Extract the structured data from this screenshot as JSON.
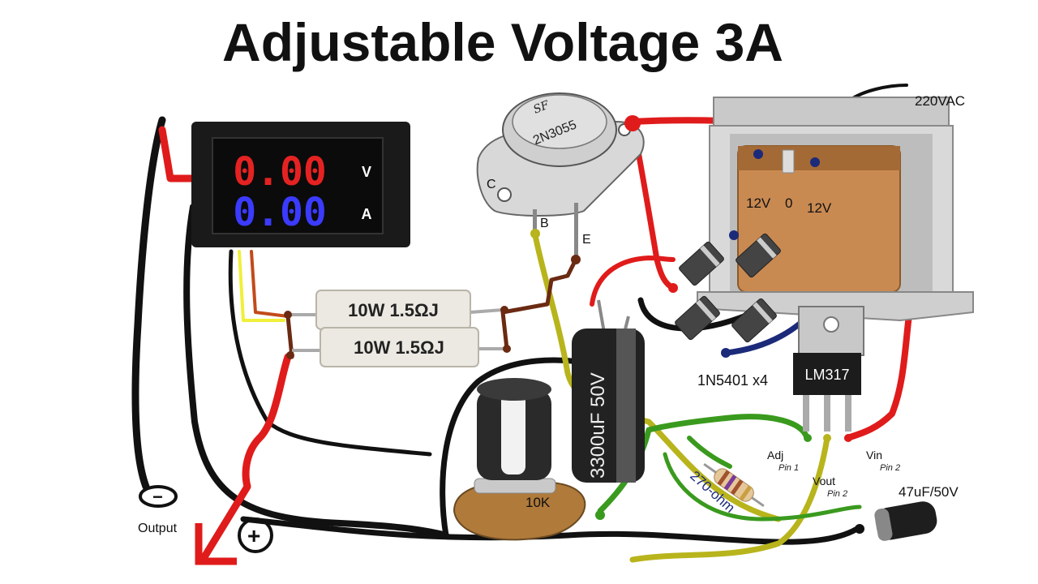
{
  "title": "Adjustable Voltage 3A",
  "meter": {
    "voltage_reading": "0.00",
    "voltage_unit": "V",
    "current_reading": "0.00",
    "current_unit": "A"
  },
  "transistor": {
    "part": "2N3055",
    "brand": "SF",
    "pin_c": "C",
    "pin_b": "B",
    "pin_e": "E"
  },
  "transformer": {
    "input_label": "220VAC",
    "tap_left": "12V",
    "tap_center": "0",
    "tap_right": "12V"
  },
  "resistors": {
    "r1": "10W  1.5ΩJ",
    "r2": "10W  1.5ΩJ",
    "r270": "270-ohm"
  },
  "capacitor_large": {
    "label": "3300uF 50V"
  },
  "capacitor_small": {
    "label": "47uF/50V"
  },
  "diodes": {
    "label": "1N5401 x4"
  },
  "regulator": {
    "part": "LM317",
    "pin_adj": "Adj",
    "pin_adj_num": "Pin 1",
    "pin_vout": "Vout",
    "pin_vout_num": "Pin 2",
    "pin_vin": "Vin",
    "pin_vin_num": "Pin 2"
  },
  "potentiometer": {
    "label": "10K"
  },
  "output": {
    "label": "Output",
    "neg_symbol": "−",
    "pos_symbol": "+"
  },
  "colors": {
    "red": "#e01b1b",
    "black": "#111111",
    "yellow": "#b8b41c",
    "green": "#3a9a1e",
    "blue": "#1c2a7a",
    "brown": "#6b2a12"
  }
}
